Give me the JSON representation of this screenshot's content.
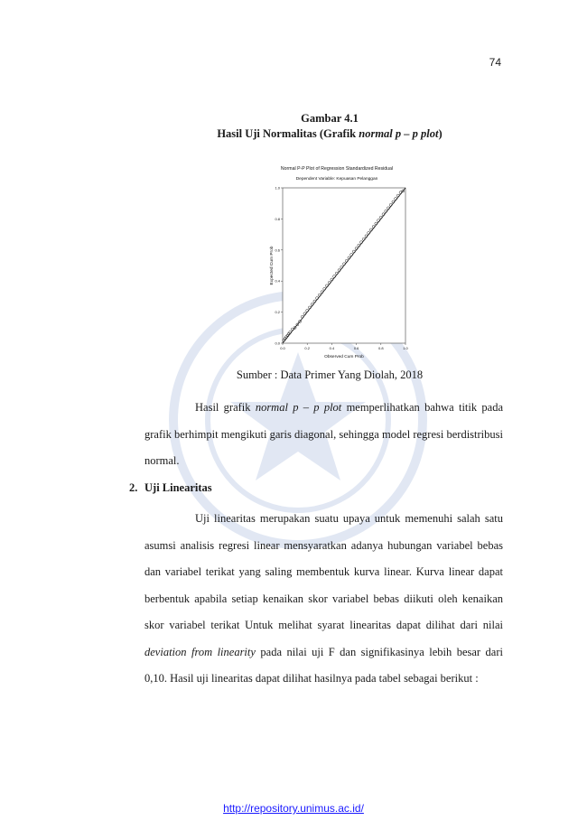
{
  "page_number": "74",
  "figure": {
    "label": "Gambar 4.1",
    "title_plain": "Hasil Uji Normalitas (Grafik ",
    "title_italic": "normal p – p plot",
    "title_close": ")"
  },
  "chart_data": {
    "type": "scatter",
    "title": "Normal P-P Plot of Regression Standardized Residual",
    "subtitle": "Dependent Variable: Kepuasan Pelanggan",
    "xlabel": "Observed Cum Prob",
    "ylabel": "Expected Cum Prob",
    "xlim": [
      0,
      1
    ],
    "ylim": [
      0,
      1
    ],
    "x_ticks": [
      "0.0",
      "0.2",
      "0.4",
      "0.6",
      "0.8",
      "1.0"
    ],
    "y_ticks": [
      "0.0",
      "0.2",
      "0.4",
      "0.6",
      "0.8",
      "1.0"
    ],
    "reference_line": [
      [
        0,
        0
      ],
      [
        1,
        1
      ]
    ],
    "grid": false,
    "series": [
      {
        "points": [
          [
            0.01,
            0.02
          ],
          [
            0.02,
            0.03
          ],
          [
            0.03,
            0.04
          ],
          [
            0.04,
            0.05
          ],
          [
            0.05,
            0.06
          ],
          [
            0.06,
            0.07
          ],
          [
            0.08,
            0.09
          ],
          [
            0.1,
            0.1
          ],
          [
            0.12,
            0.12
          ],
          [
            0.14,
            0.14
          ],
          [
            0.16,
            0.17
          ],
          [
            0.18,
            0.19
          ],
          [
            0.2,
            0.21
          ],
          [
            0.22,
            0.23
          ],
          [
            0.24,
            0.25
          ],
          [
            0.26,
            0.27
          ],
          [
            0.28,
            0.29
          ],
          [
            0.3,
            0.31
          ],
          [
            0.32,
            0.33
          ],
          [
            0.34,
            0.35
          ],
          [
            0.36,
            0.37
          ],
          [
            0.38,
            0.39
          ],
          [
            0.4,
            0.41
          ],
          [
            0.42,
            0.43
          ],
          [
            0.44,
            0.45
          ],
          [
            0.46,
            0.47
          ],
          [
            0.48,
            0.49
          ],
          [
            0.5,
            0.51
          ],
          [
            0.52,
            0.53
          ],
          [
            0.54,
            0.55
          ],
          [
            0.56,
            0.57
          ],
          [
            0.58,
            0.59
          ],
          [
            0.6,
            0.61
          ],
          [
            0.62,
            0.63
          ],
          [
            0.64,
            0.65
          ],
          [
            0.66,
            0.67
          ],
          [
            0.68,
            0.69
          ],
          [
            0.7,
            0.71
          ],
          [
            0.72,
            0.73
          ],
          [
            0.74,
            0.75
          ],
          [
            0.76,
            0.77
          ],
          [
            0.78,
            0.79
          ],
          [
            0.8,
            0.81
          ],
          [
            0.82,
            0.83
          ],
          [
            0.84,
            0.85
          ],
          [
            0.86,
            0.87
          ],
          [
            0.88,
            0.89
          ],
          [
            0.9,
            0.91
          ],
          [
            0.92,
            0.93
          ],
          [
            0.94,
            0.95
          ],
          [
            0.96,
            0.97
          ],
          [
            0.98,
            0.98
          ]
        ]
      }
    ]
  },
  "source": "Sumber : Data Primer Yang Diolah, 2018",
  "para1": {
    "start": "Hasil grafik ",
    "italic": "normal p – p plot",
    "rest": " memperlihatkan bahwa titik pada grafik berhimpit mengikuti garis diagonal, sehingga model regresi berdistribusi normal."
  },
  "section": {
    "number": "2.",
    "title": "Uji Linearitas"
  },
  "para2": {
    "start": "Uji linearitas merupakan suatu upaya untuk memenuhi salah satu asumsi analisis regresi linear mensyaratkan adanya hubungan variabel bebas dan variabel terikat yang saling membentuk kurva linear. Kurva linear dapat berbentuk apabila setiap kenaikan skor variabel bebas diikuti oleh kenaikan skor variabel terikat Untuk melihat syarat linearitas dapat dilihat dari nilai ",
    "italic": "deviation from linearity",
    "rest": " pada nilai uji F dan signifikasinya lebih besar dari 0,10. Hasil uji linearitas dapat dilihat hasilnya pada tabel sebagai berikut :"
  },
  "footer_link": "http://repository.unimus.ac.id/"
}
